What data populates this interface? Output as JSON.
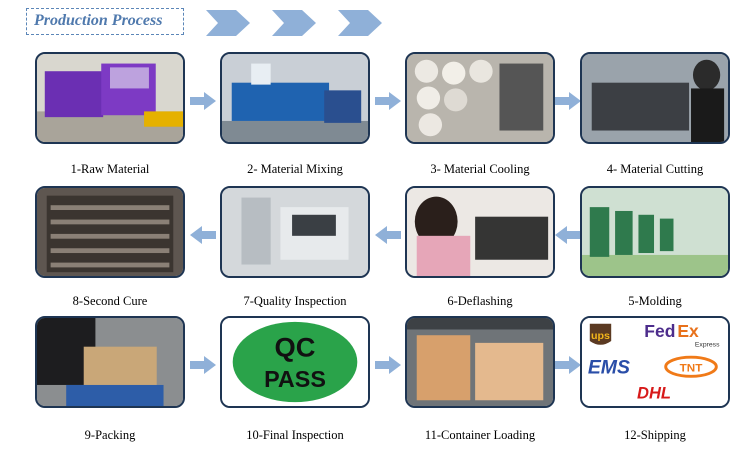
{
  "header": {
    "title": "Production Process"
  },
  "steps": [
    {
      "label": "1-Raw Material"
    },
    {
      "label": "2- Material Mixing"
    },
    {
      "label": "3- Material Cooling"
    },
    {
      "label": "4- Material Cutting"
    },
    {
      "label": "5-Molding"
    },
    {
      "label": "6-Deflashing"
    },
    {
      "label": "7-Quality Inspection"
    },
    {
      "label": "8-Second Cure"
    },
    {
      "label": "9-Packing"
    },
    {
      "label": "10-Final Inspection"
    },
    {
      "label": "11-Container Loading"
    },
    {
      "label": "12-Shipping"
    }
  ],
  "qc_badge": {
    "line1": "QC",
    "line2": "PASS",
    "color": "#2aa34a"
  },
  "carriers": {
    "ups": "ups",
    "fedex_fed": "Fed",
    "fedex_ex": "Ex",
    "fedex_express": "Express",
    "ems": "EMS",
    "tnt": "TNT",
    "dhl": "DHL"
  },
  "colors": {
    "accent": "#4f79ad",
    "arrow": "#8fb0d8",
    "frame": "#1e3553"
  }
}
